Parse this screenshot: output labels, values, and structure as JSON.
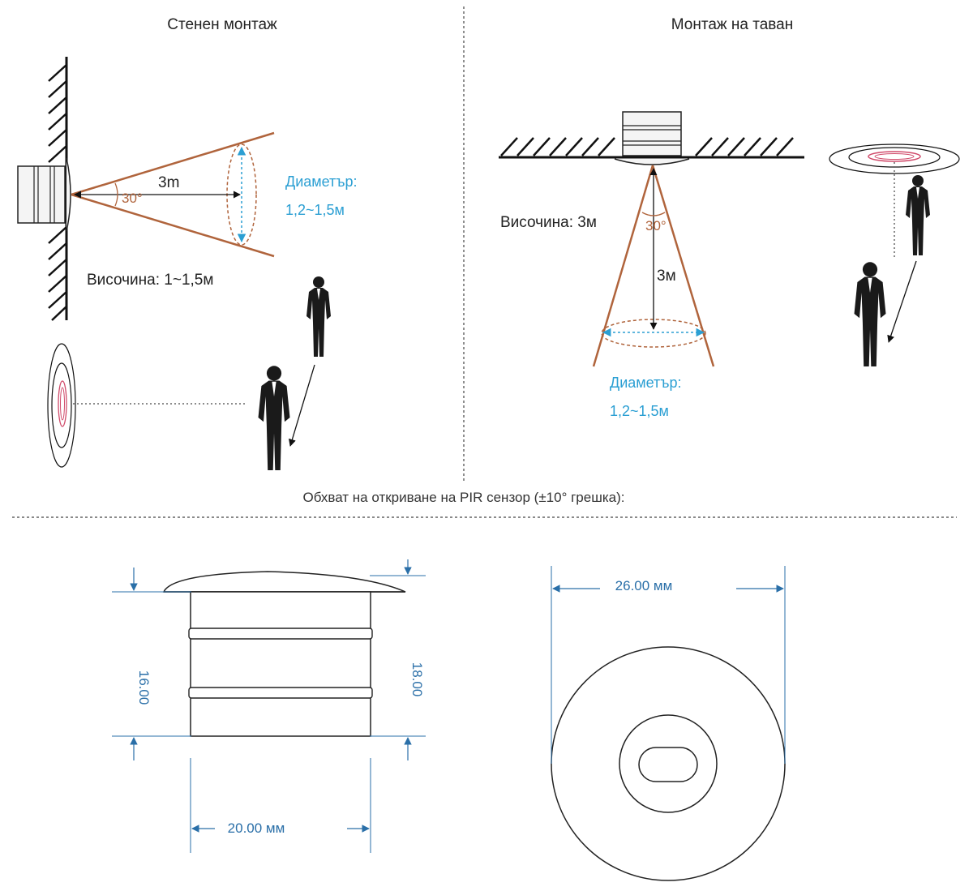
{
  "wall": {
    "title": "Стенен монтаж",
    "distance": "3m",
    "angle": "30°",
    "diameter_label": "Диаметър:",
    "diameter_value": "1,2~1,5м",
    "height": "Височина: 1~1,5м"
  },
  "ceiling": {
    "title": "Монтаж на таван",
    "height": "Височина: 3м",
    "angle": "30°",
    "distance": "3м",
    "diameter_label": "Диаметър:",
    "diameter_value": "1,2~1,5м"
  },
  "caption": "Обхват на откриване на PIR сензор (±10° грешка):",
  "dimensions": {
    "side_height_left": "16.00",
    "side_height_right": "18.00",
    "side_width": "20.00 мм",
    "top_diameter": "26.00 мм"
  },
  "colors": {
    "cone": "#b0643c",
    "blue": "#2b9fd3",
    "dim": "#2a6fa8",
    "pink": "#d04a6a"
  }
}
